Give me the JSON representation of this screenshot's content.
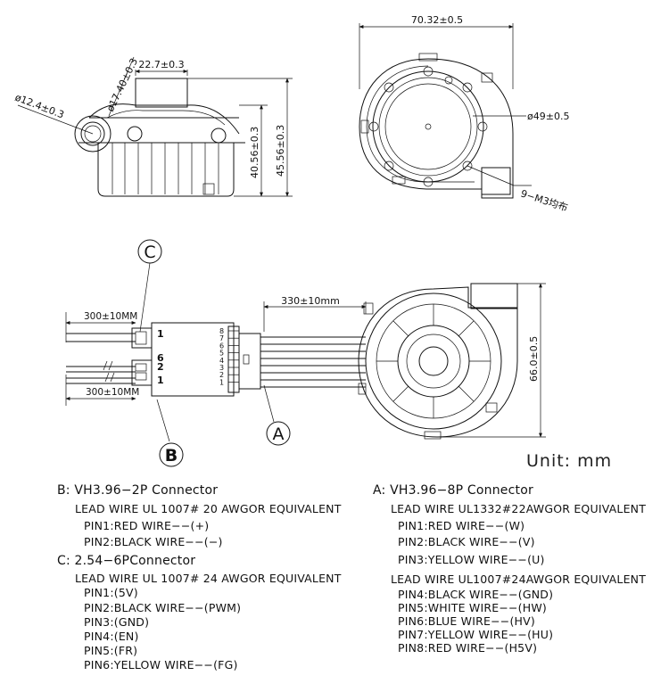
{
  "dimensions": {
    "top_width": "22.7±0.3",
    "outlet_dia": "ø17.40±0.3",
    "inlet_dia": "ø12.4±0.3",
    "height_inner": "40.56±0.3",
    "height_outer": "45.56±0.3",
    "front_width": "70.32±0.5",
    "hub_dia": "ø49±0.5",
    "screw_note": "9−M3均布",
    "cable_b_top": "300±10MM",
    "cable_b_bottom": "300±10MM",
    "cable_a": "330±10mm",
    "motor_height": "66.0±0.5"
  },
  "pin_numbers": {
    "c_top": "1",
    "c_six": "6",
    "b_two": "2",
    "b_one": "1",
    "a_pins": [
      "8",
      "7",
      "6",
      "5",
      "4",
      "3",
      "2",
      "1"
    ]
  },
  "callouts": {
    "c": "C",
    "b": "B",
    "a": "A"
  },
  "unit_label": "Unit:   mm",
  "notes": {
    "b_title": "B: VH3.96−2P Connector",
    "b_lead": "LEAD WIRE UL 1007# 20 AWGOR EQUIVALENT",
    "b_pins": [
      "PIN1:RED WIRE−−(+)",
      "PIN2:BLACK WIRE−−(−)"
    ],
    "c_title": "C: 2.54−6PConnector",
    "c_lead": "LEAD WIRE UL 1007# 24 AWGOR EQUIVALENT",
    "c_pins": [
      "PIN1:(5V)",
      "PIN2:BLACK WIRE−−(PWM)",
      "PIN3:(GND)",
      "PIN4:(EN)",
      "PIN5:(FR)",
      "PIN6:YELLOW WIRE−−(FG)"
    ],
    "a_title": "A: VH3.96−8P Connector",
    "a_lead1": "LEAD WIRE UL1332#22AWGOR EQUIVALENT",
    "a_pins1": [
      "PIN1:RED WIRE−−(W)",
      "PIN2:BLACK WIRE−−(V)",
      "PIN3:YELLOW WIRE−−(U)"
    ],
    "a_lead2": "LEAD WIRE UL1007#24AWGOR EQUIVALENT",
    "a_pins2": [
      "PIN4:BLACK WIRE−−(GND)",
      "PIN5:WHITE WIRE−−(HW)",
      "PIN6:BLUE WIRE−−(HV)",
      "PIN7:YELLOW WIRE−−(HU)",
      "PIN8:RED WIRE−−(H5V)"
    ]
  }
}
